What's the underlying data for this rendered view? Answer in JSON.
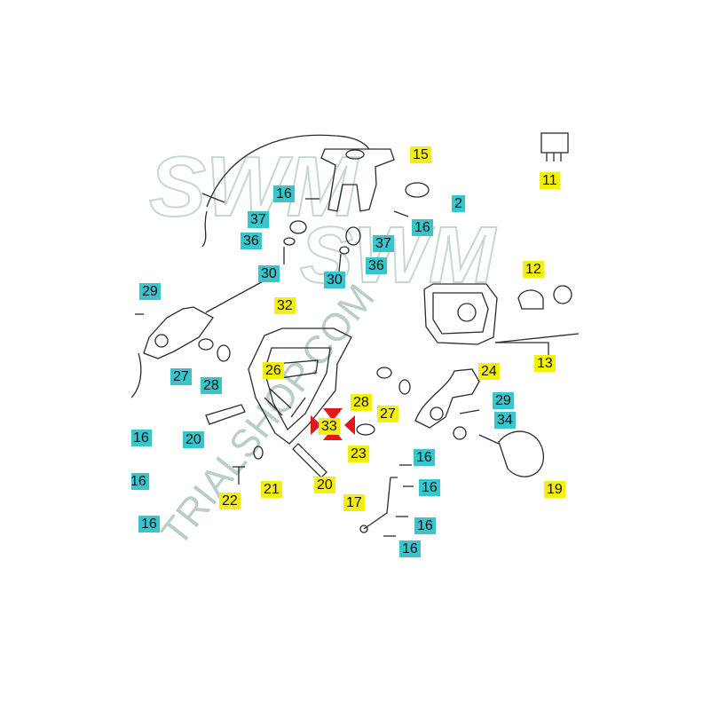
{
  "watermark": {
    "brand": "SWM",
    "site": "TRIALSHOP.COM",
    "color": "#b9cfc6"
  },
  "colors": {
    "cyan_label": "#38c6cc",
    "yellow_label": "#f4f00c",
    "red_marker": "#e3161b",
    "line": "#2b2b2b"
  },
  "callouts": [
    {
      "id": "c15",
      "text": "15",
      "style": "yellow"
    },
    {
      "id": "c11",
      "text": "11",
      "style": "yellow"
    },
    {
      "id": "c16a",
      "text": "16",
      "style": "cyan"
    },
    {
      "id": "c2",
      "text": "2",
      "style": "cyan"
    },
    {
      "id": "c37a",
      "text": "37",
      "style": "cyan"
    },
    {
      "id": "c16b",
      "text": "16",
      "style": "cyan"
    },
    {
      "id": "c36a",
      "text": "36",
      "style": "cyan"
    },
    {
      "id": "c37b",
      "text": "37",
      "style": "cyan"
    },
    {
      "id": "c36b",
      "text": "36",
      "style": "cyan"
    },
    {
      "id": "c30a",
      "text": "30",
      "style": "cyan"
    },
    {
      "id": "c30b",
      "text": "30",
      "style": "cyan"
    },
    {
      "id": "c12",
      "text": "12",
      "style": "yellow"
    },
    {
      "id": "c29a",
      "text": "29",
      "style": "cyan"
    },
    {
      "id": "c32",
      "text": "32",
      "style": "yellow"
    },
    {
      "id": "c13",
      "text": "13",
      "style": "yellow"
    },
    {
      "id": "c27a",
      "text": "27",
      "style": "cyan"
    },
    {
      "id": "c28a",
      "text": "28",
      "style": "cyan"
    },
    {
      "id": "c26",
      "text": "26",
      "style": "yellow"
    },
    {
      "id": "c24",
      "text": "24",
      "style": "yellow"
    },
    {
      "id": "c28b",
      "text": "28",
      "style": "yellow"
    },
    {
      "id": "c27b",
      "text": "27",
      "style": "yellow"
    },
    {
      "id": "c29b",
      "text": "29",
      "style": "cyan"
    },
    {
      "id": "c34",
      "text": "34",
      "style": "cyan"
    },
    {
      "id": "c33",
      "text": "33",
      "style": "yellow"
    },
    {
      "id": "c20a",
      "text": "20",
      "style": "cyan"
    },
    {
      "id": "c23",
      "text": "23",
      "style": "yellow"
    },
    {
      "id": "c16c",
      "text": "16",
      "style": "cyan"
    },
    {
      "id": "c16d",
      "text": "16",
      "style": "cyan"
    },
    {
      "id": "c19",
      "text": "19",
      "style": "yellow"
    },
    {
      "id": "c20b",
      "text": "20",
      "style": "yellow"
    },
    {
      "id": "c21",
      "text": "21",
      "style": "yellow"
    },
    {
      "id": "c22",
      "text": "22",
      "style": "yellow"
    },
    {
      "id": "c16e",
      "text": "16",
      "style": "cyan"
    },
    {
      "id": "c17",
      "text": "17",
      "style": "yellow"
    },
    {
      "id": "c16f",
      "text": "16",
      "style": "cyan"
    },
    {
      "id": "c16g",
      "text": "16",
      "style": "cyan"
    },
    {
      "id": "c16h",
      "text": "16",
      "style": "cyan"
    },
    {
      "id": "c16i",
      "text": "16",
      "style": "cyan"
    },
    {
      "id": "c16j",
      "text": "16",
      "style": "cyan"
    }
  ]
}
